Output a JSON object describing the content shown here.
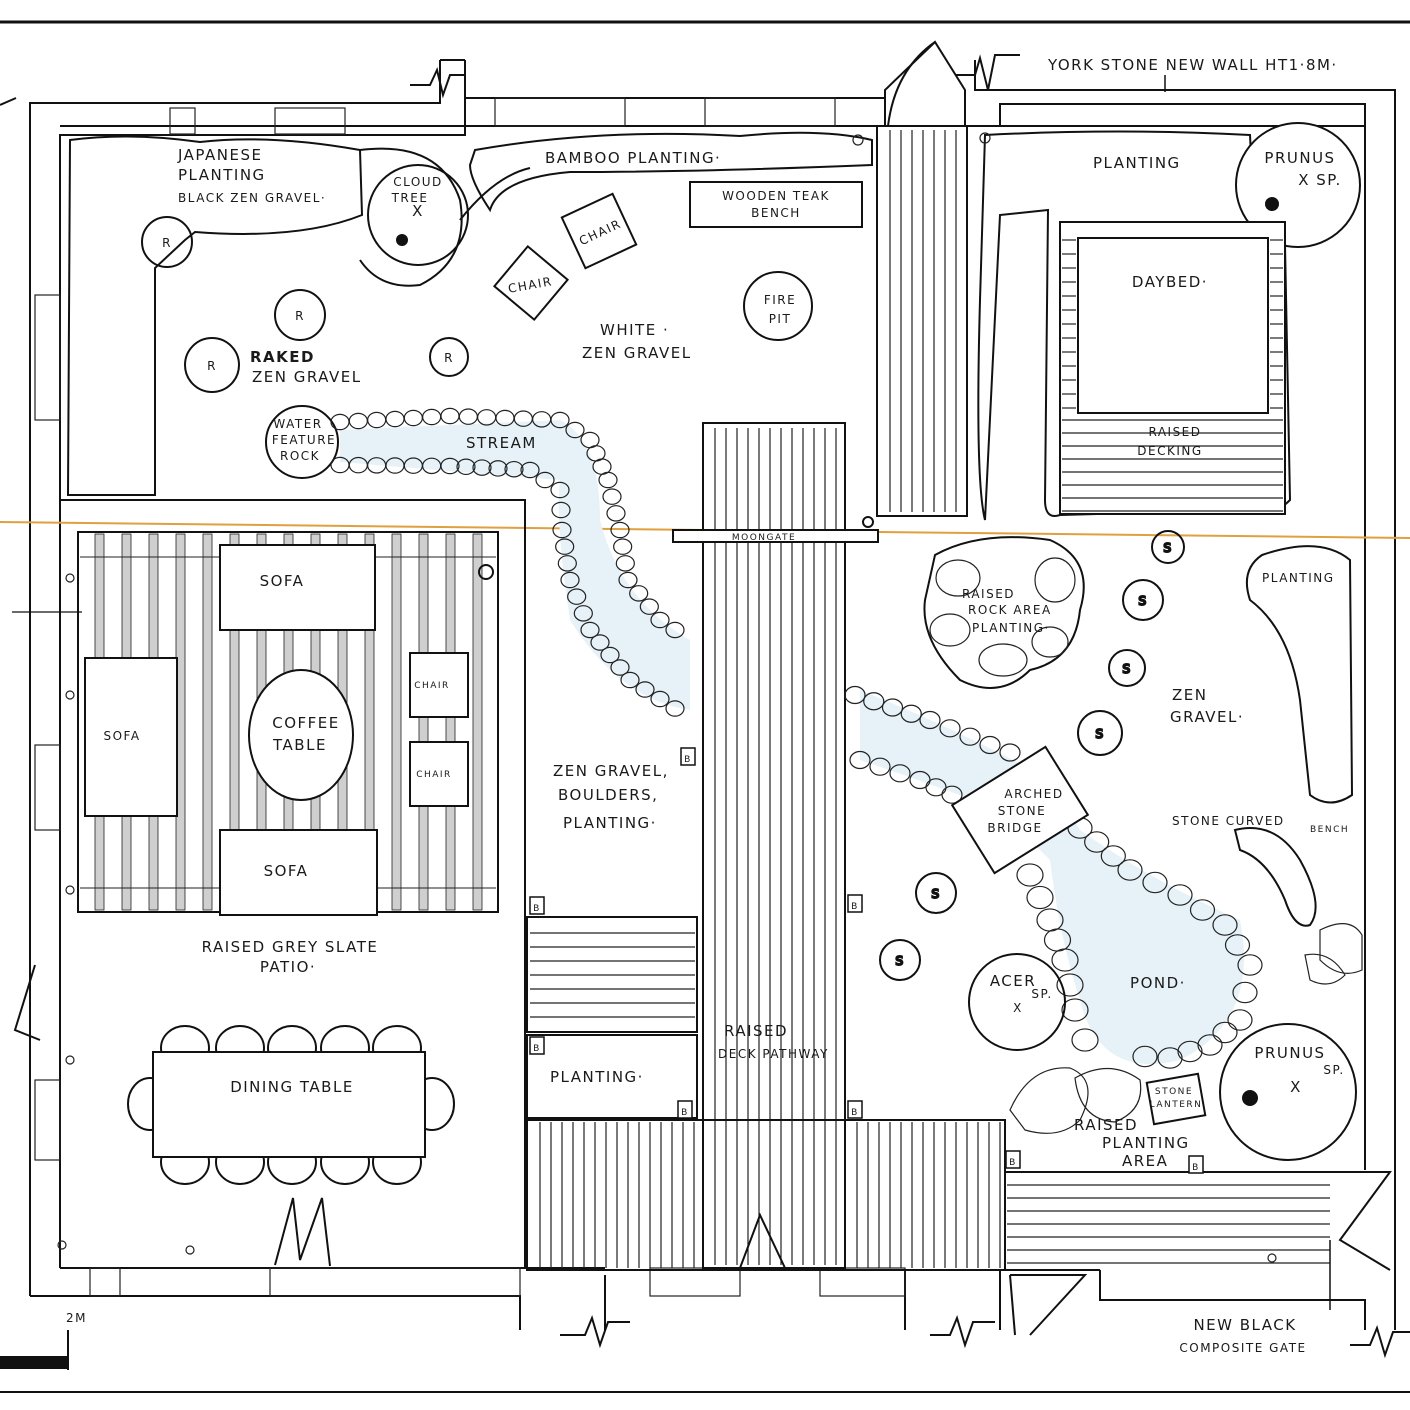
{
  "labels": {
    "wall_note": "YORK STONE NEW WALL HT1·8M·",
    "japanese_1": "JAPANESE",
    "japanese_2": "PLANTING",
    "japanese_3": "BLACK ZEN GRAVEL·",
    "cloud_tree_1": "CLOUD",
    "cloud_tree_2": "TREE",
    "bamboo": "BAMBOO PLANTING·",
    "bench_1": "WOODEN TEAK",
    "bench_2": "BENCH",
    "chair": "CHAIR",
    "fire_pit_1": "FIRE",
    "fire_pit_2": "PIT",
    "white_gravel_1": "WHITE ·",
    "white_gravel_2": "ZEN GRAVEL",
    "raked_1": "RAKED",
    "raked_2": "ZEN GRAVEL",
    "water_feature_1": "WATER",
    "water_feature_2": "FEATURE",
    "water_feature_3": "ROCK",
    "stream": "STREAM",
    "planting_top": "PLANTING",
    "prunus_top_1": "PRUNUS",
    "prunus_top_2": "X SP.",
    "daybed": "DAYBED·",
    "raised_decking_1": "RAISED",
    "raised_decking_2": "DECKING",
    "moongate": "MOONGATE",
    "raised_rock_1": "RAISED",
    "raised_rock_2": "ROCK AREA",
    "raised_rock_3": "PLANTING·",
    "planting_right": "PLANTING",
    "zen_gravel_right_1": "ZEN",
    "zen_gravel_right_2": "GRAVEL·",
    "sofa": "SOFA",
    "sofa_left": "SOFA",
    "coffee_table_1": "COFFEE",
    "coffee_table_2": "TABLE",
    "chair_small": "CHAIR",
    "zen_boulders_1": "ZEN GRAVEL,",
    "zen_boulders_2": "BOULDERS,",
    "zen_boulders_3": "PLANTING·",
    "arched_bridge_1": "ARCHED",
    "arched_bridge_2": "STONE",
    "arched_bridge_3": "BRIDGE",
    "stone_bench_1": "STONE CURVED",
    "stone_bench_2": "BENCH",
    "patio_1": "RAISED GREY SLATE",
    "patio_2": "PATIO·",
    "acer_1": "ACER",
    "acer_2": "SP.",
    "pond": "POND·",
    "dining_table": "DINING TABLE",
    "raised_deck_path_1": "RAISED",
    "raised_deck_path_2": "DECK PATHWAY",
    "planting_mid": "PLANTING·",
    "prunus_bottom_1": "PRUNUS",
    "prunus_bottom_2": "SP.",
    "stone_lantern_1": "STONE",
    "stone_lantern_2": "LANTERN",
    "raised_planting_1": "RAISED",
    "raised_planting_2": "PLANTING",
    "raised_planting_3": "AREA",
    "gate_1": "NEW BLACK",
    "gate_2": "COMPOSITE GATE",
    "scale": "2M",
    "rock_marker": "R",
    "stone_marker": "S",
    "boulder_marker": "B",
    "tree_marker": "X"
  },
  "colors": {
    "ink": "#111111",
    "water": "#e6f2f7",
    "guide_line": "#e0a040"
  }
}
